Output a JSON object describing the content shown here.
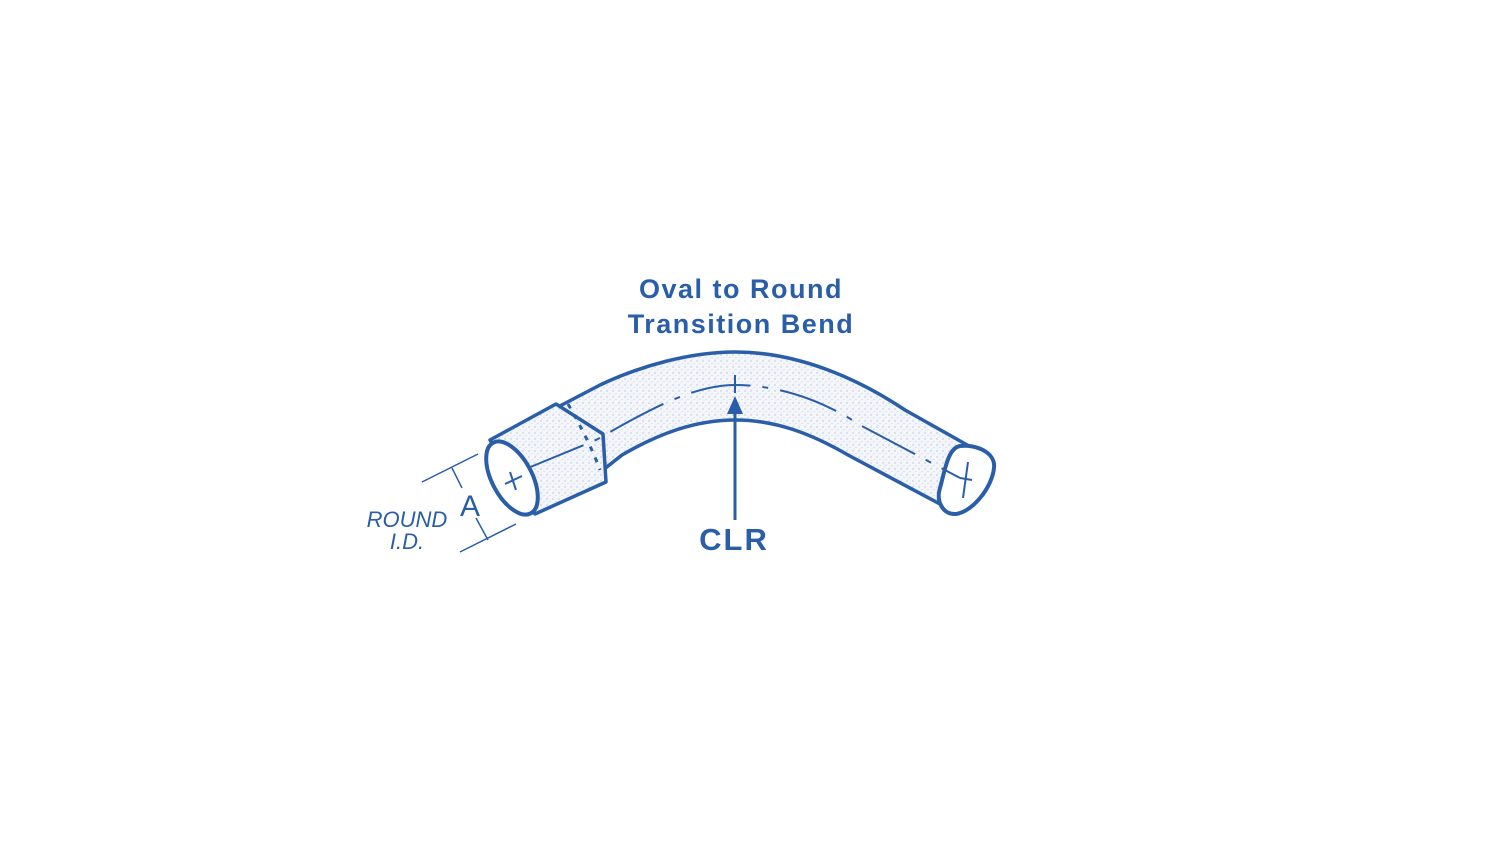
{
  "diagram": {
    "title_line1": "Oval to Round",
    "title_line2": "Transition Bend",
    "center_label": "CLR",
    "dimension_letter": "A",
    "round_label_line1": "ROUND",
    "round_label_line2": "I.D."
  },
  "colors": {
    "ink": "#2a5ea8",
    "tube_fill": "#f4f6fa",
    "background": "#ffffff"
  }
}
